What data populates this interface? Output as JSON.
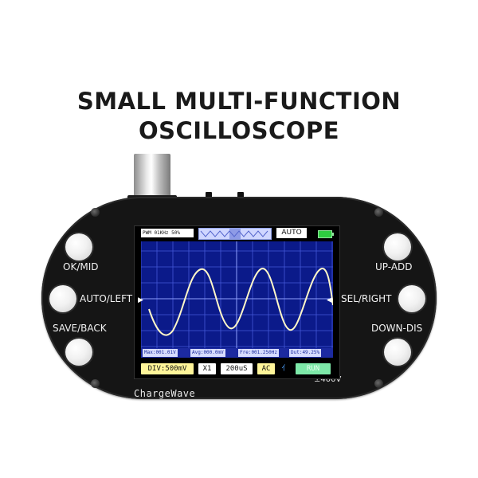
{
  "headline": {
    "line1": "SMALL MULTI-FUNCTION",
    "line2": "OSCILLOSCOPE"
  },
  "device": {
    "brand": "ChargeWave",
    "voltage_rating": "±400V",
    "buttons": {
      "ok_mid": "OK/MID",
      "auto_left": "AUTO/LEFT",
      "save_back": "SAVE/BACK",
      "up_add": "UP-ADD",
      "sel_right": "SEL/RIGHT",
      "down_dis": "DOWN-DIS"
    }
  },
  "screen": {
    "pwm_label": "PWM 01KHz 50%",
    "mode": "AUTO",
    "battery_icon": "battery-full-icon",
    "measurements": {
      "max": "Max:001.01V",
      "avg": "Avg:000.0mV",
      "freq": "Fre:001.250Hz",
      "duty": "Dut:49.25%"
    },
    "settings": {
      "div": "DIV:500mV",
      "probe": "X1",
      "timebase": "200uS",
      "coupling": "AC",
      "trigger_icon": "trigger-edge-icon",
      "run_state": "RUN"
    },
    "colors": {
      "plot_bg": "#0b1a8a",
      "grid": "#4a5fe0",
      "trace": "#fff7c8",
      "battery": "#2ecc40"
    }
  }
}
